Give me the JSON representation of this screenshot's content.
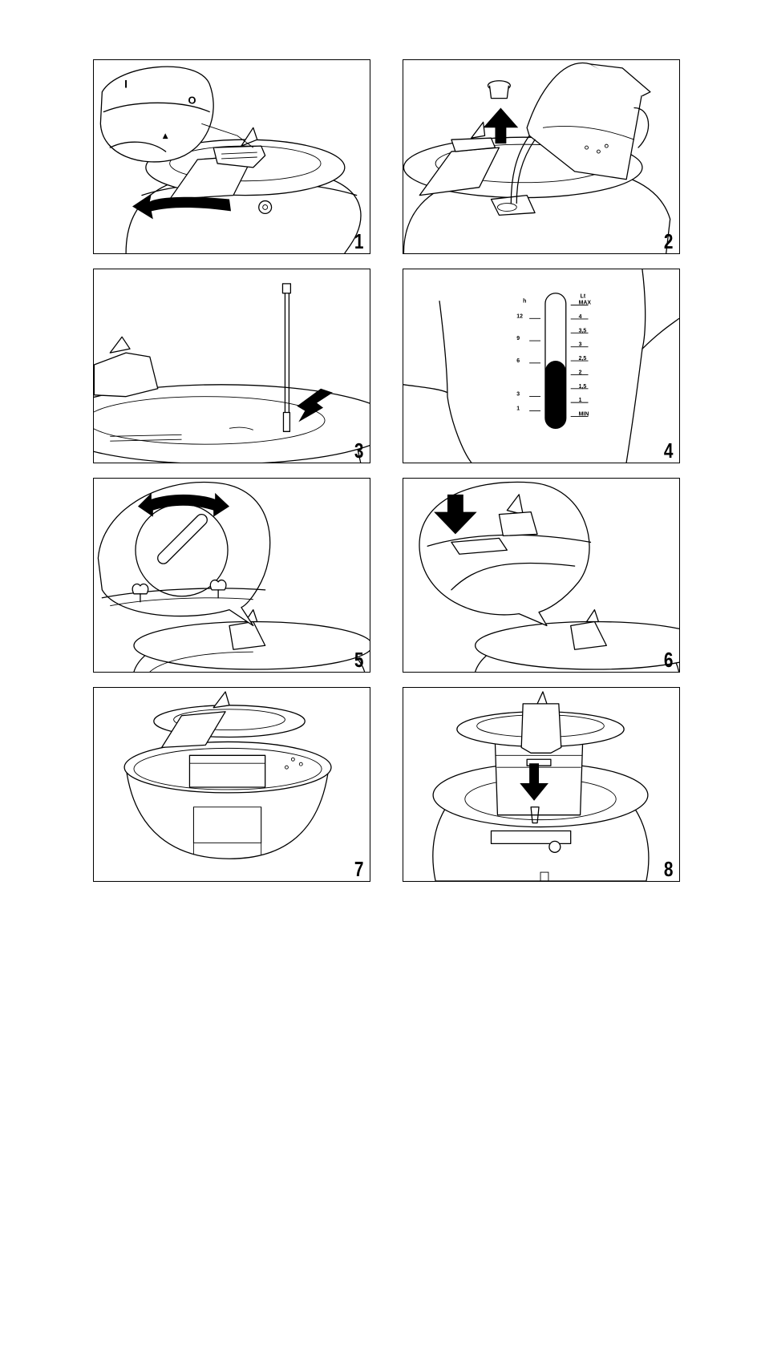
{
  "figures": [
    {
      "number": "1",
      "symbols": {
        "closed": "I",
        "open": "O",
        "pointer": "▲"
      }
    },
    {
      "number": "2"
    },
    {
      "number": "3"
    },
    {
      "number": "4",
      "gauge": {
        "left_unit": "h",
        "right_unit": "Lt",
        "left_ticks": [
          "12",
          "9",
          "6",
          "3",
          "1"
        ],
        "right_ticks": [
          "MAX",
          "4",
          "3,5",
          "3",
          "2,5",
          "2",
          "1,5",
          "1",
          "MIN"
        ],
        "fill_level": 0.5
      }
    },
    {
      "number": "5"
    },
    {
      "number": "6"
    },
    {
      "number": "7"
    },
    {
      "number": "8"
    }
  ],
  "icons": [
    "curved-arrow-icon",
    "up-arrow-icon",
    "down-arrow-icon",
    "diagonal-arrow-icon",
    "steam-icon",
    "double-arrow-icon"
  ]
}
